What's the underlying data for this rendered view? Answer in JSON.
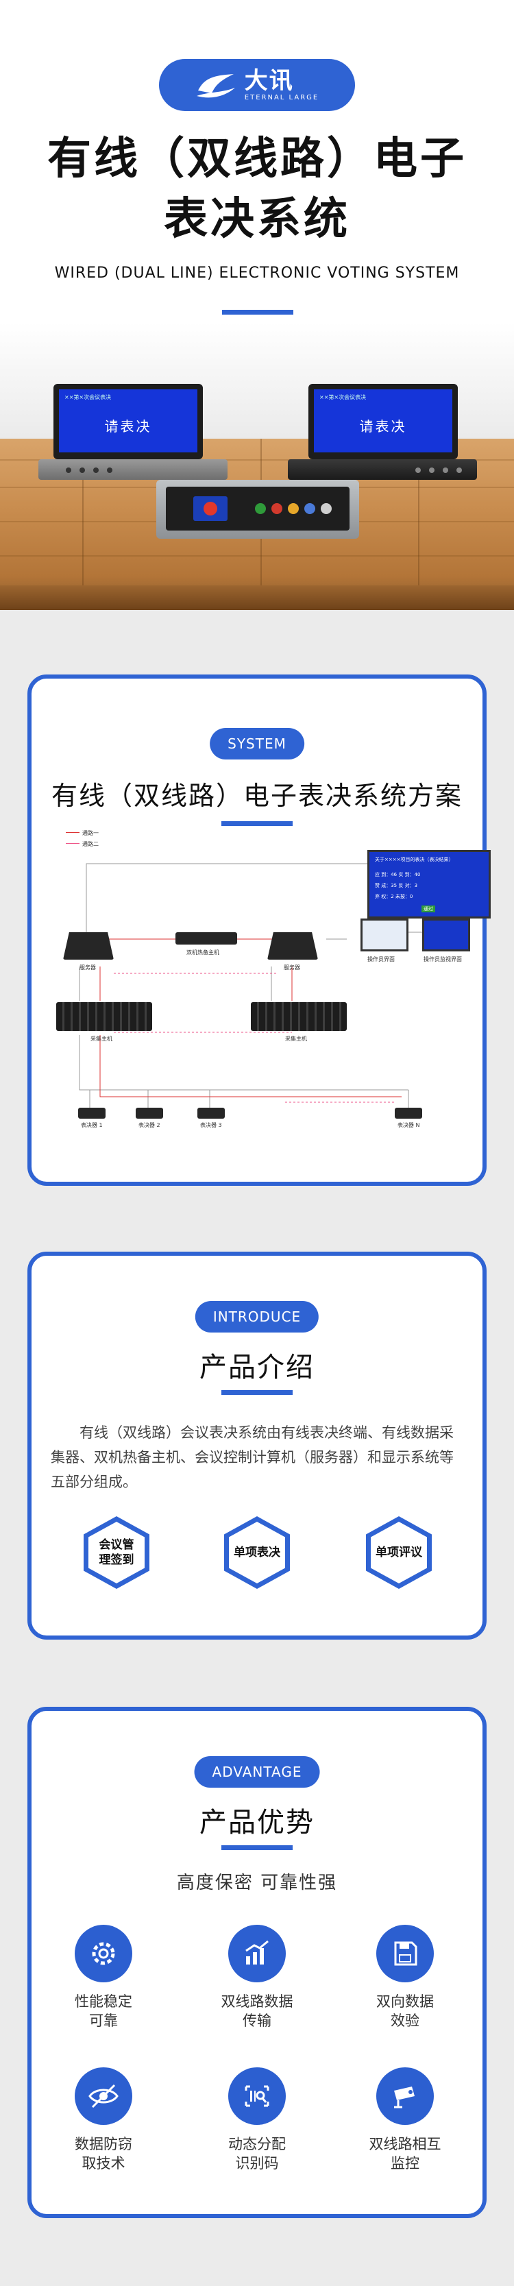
{
  "hero": {
    "logo_cn": "大讯",
    "logo_en": "ETERNAL LARGE",
    "title_line1": "有线（双线路）电子",
    "title_line2": "表决系统",
    "subtitle": "WIRED (DUAL LINE) ELECTRONIC VOTING SYSTEM",
    "screen_vote_text": "请表决",
    "screen_top_text": "××第×次会议表决"
  },
  "system": {
    "tag": "SYSTEM",
    "title": "有线（双线路）电子表决系统方案",
    "legend": [
      "通路一",
      "通路二"
    ],
    "big_screen_title": "关于××××项目的表决（表决结果）",
    "big_screen_rows": [
      "应 到：46  实 到：40",
      "赞 成：35  反 对：3",
      "弃 权：2  未按：0"
    ],
    "big_screen_result": "通过",
    "labels": {
      "big_screen": "大屏",
      "hot_standby": "双机热备主机",
      "server_left": "服务器",
      "server_right": "服务器",
      "collector_left": "采集主机",
      "collector_right": "采集主机",
      "pc_left": "操作员界面",
      "pc_right": "操作员监视界面",
      "terminals": [
        "表决器 1",
        "表决器 2",
        "表决器 3",
        "表决器 N"
      ]
    }
  },
  "introduce": {
    "tag": "INTRODUCE",
    "title": "产品介绍",
    "text": "有线（双线路）会议表决系统由有线表决终端、有线数据采集器、双机热备主机、会议控制计算机（服务器）和显示系统等五部分组成。",
    "features": [
      "会议管理签到",
      "单项表决",
      "单项评议"
    ]
  },
  "advantage": {
    "tag": "ADVANTAGE",
    "title": "产品优势",
    "subtitle": "高度保密  可靠性强",
    "items": [
      {
        "label_1": "性能稳定",
        "label_2": "可靠",
        "icon": "gear-icon"
      },
      {
        "label_1": "双线路数据",
        "label_2": "传输",
        "icon": "bar-chart-icon"
      },
      {
        "label_1": "双向数据",
        "label_2": "效验",
        "icon": "save-disk-icon"
      },
      {
        "label_1": "数据防窃",
        "label_2": "取技术",
        "icon": "eye-slash-icon"
      },
      {
        "label_1": "动态分配",
        "label_2": "识别码",
        "icon": "barcode-search-icon"
      },
      {
        "label_1": "双线路相互",
        "label_2": "监控",
        "icon": "camera-icon"
      }
    ]
  },
  "colors": {
    "accent": "#2f63d3",
    "screen_blue": "#1535d9",
    "wood": "#c98d4f"
  }
}
